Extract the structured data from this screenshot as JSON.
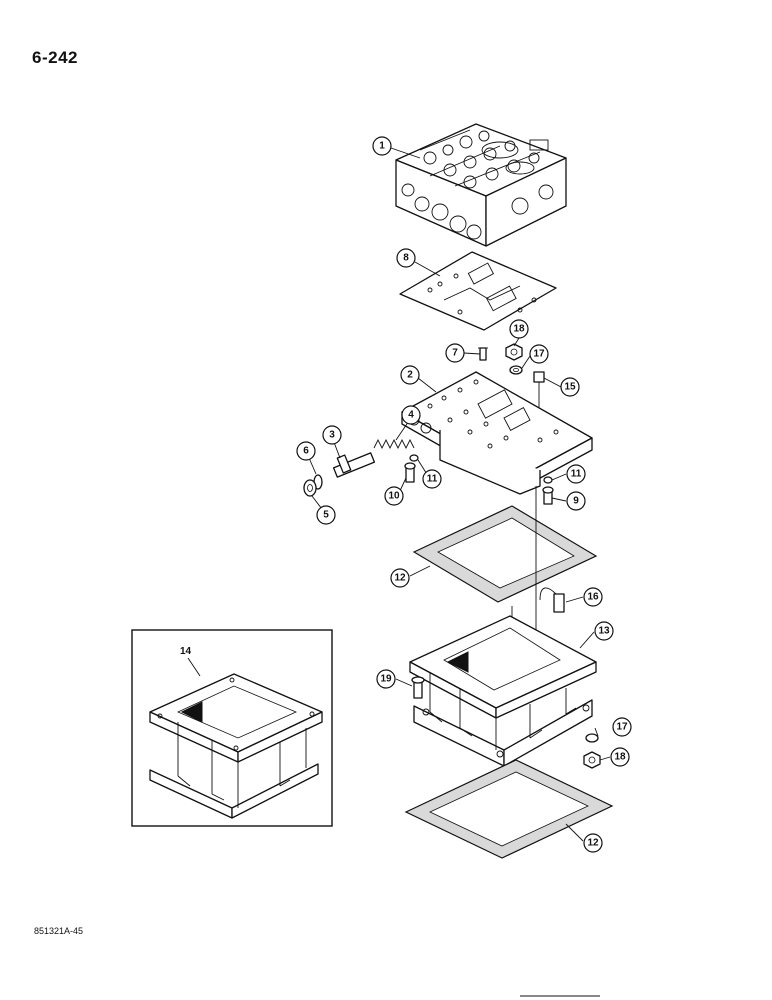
{
  "page": {
    "number": "6-242",
    "catalog_code": "851321A-45"
  },
  "callouts": {
    "c1": "1",
    "c8": "8",
    "c18a": "18",
    "c7": "7",
    "c17a": "17",
    "c2": "2",
    "c15": "15",
    "c4": "4",
    "c3": "3",
    "c6": "6",
    "c11a": "11",
    "c10": "10",
    "c5": "5",
    "c11b": "11",
    "c9": "9",
    "c12a": "12",
    "c16": "16",
    "c13": "13",
    "c19": "19",
    "c17b": "17",
    "c18b": "18",
    "c12b": "12"
  },
  "inset": {
    "label": "14"
  }
}
